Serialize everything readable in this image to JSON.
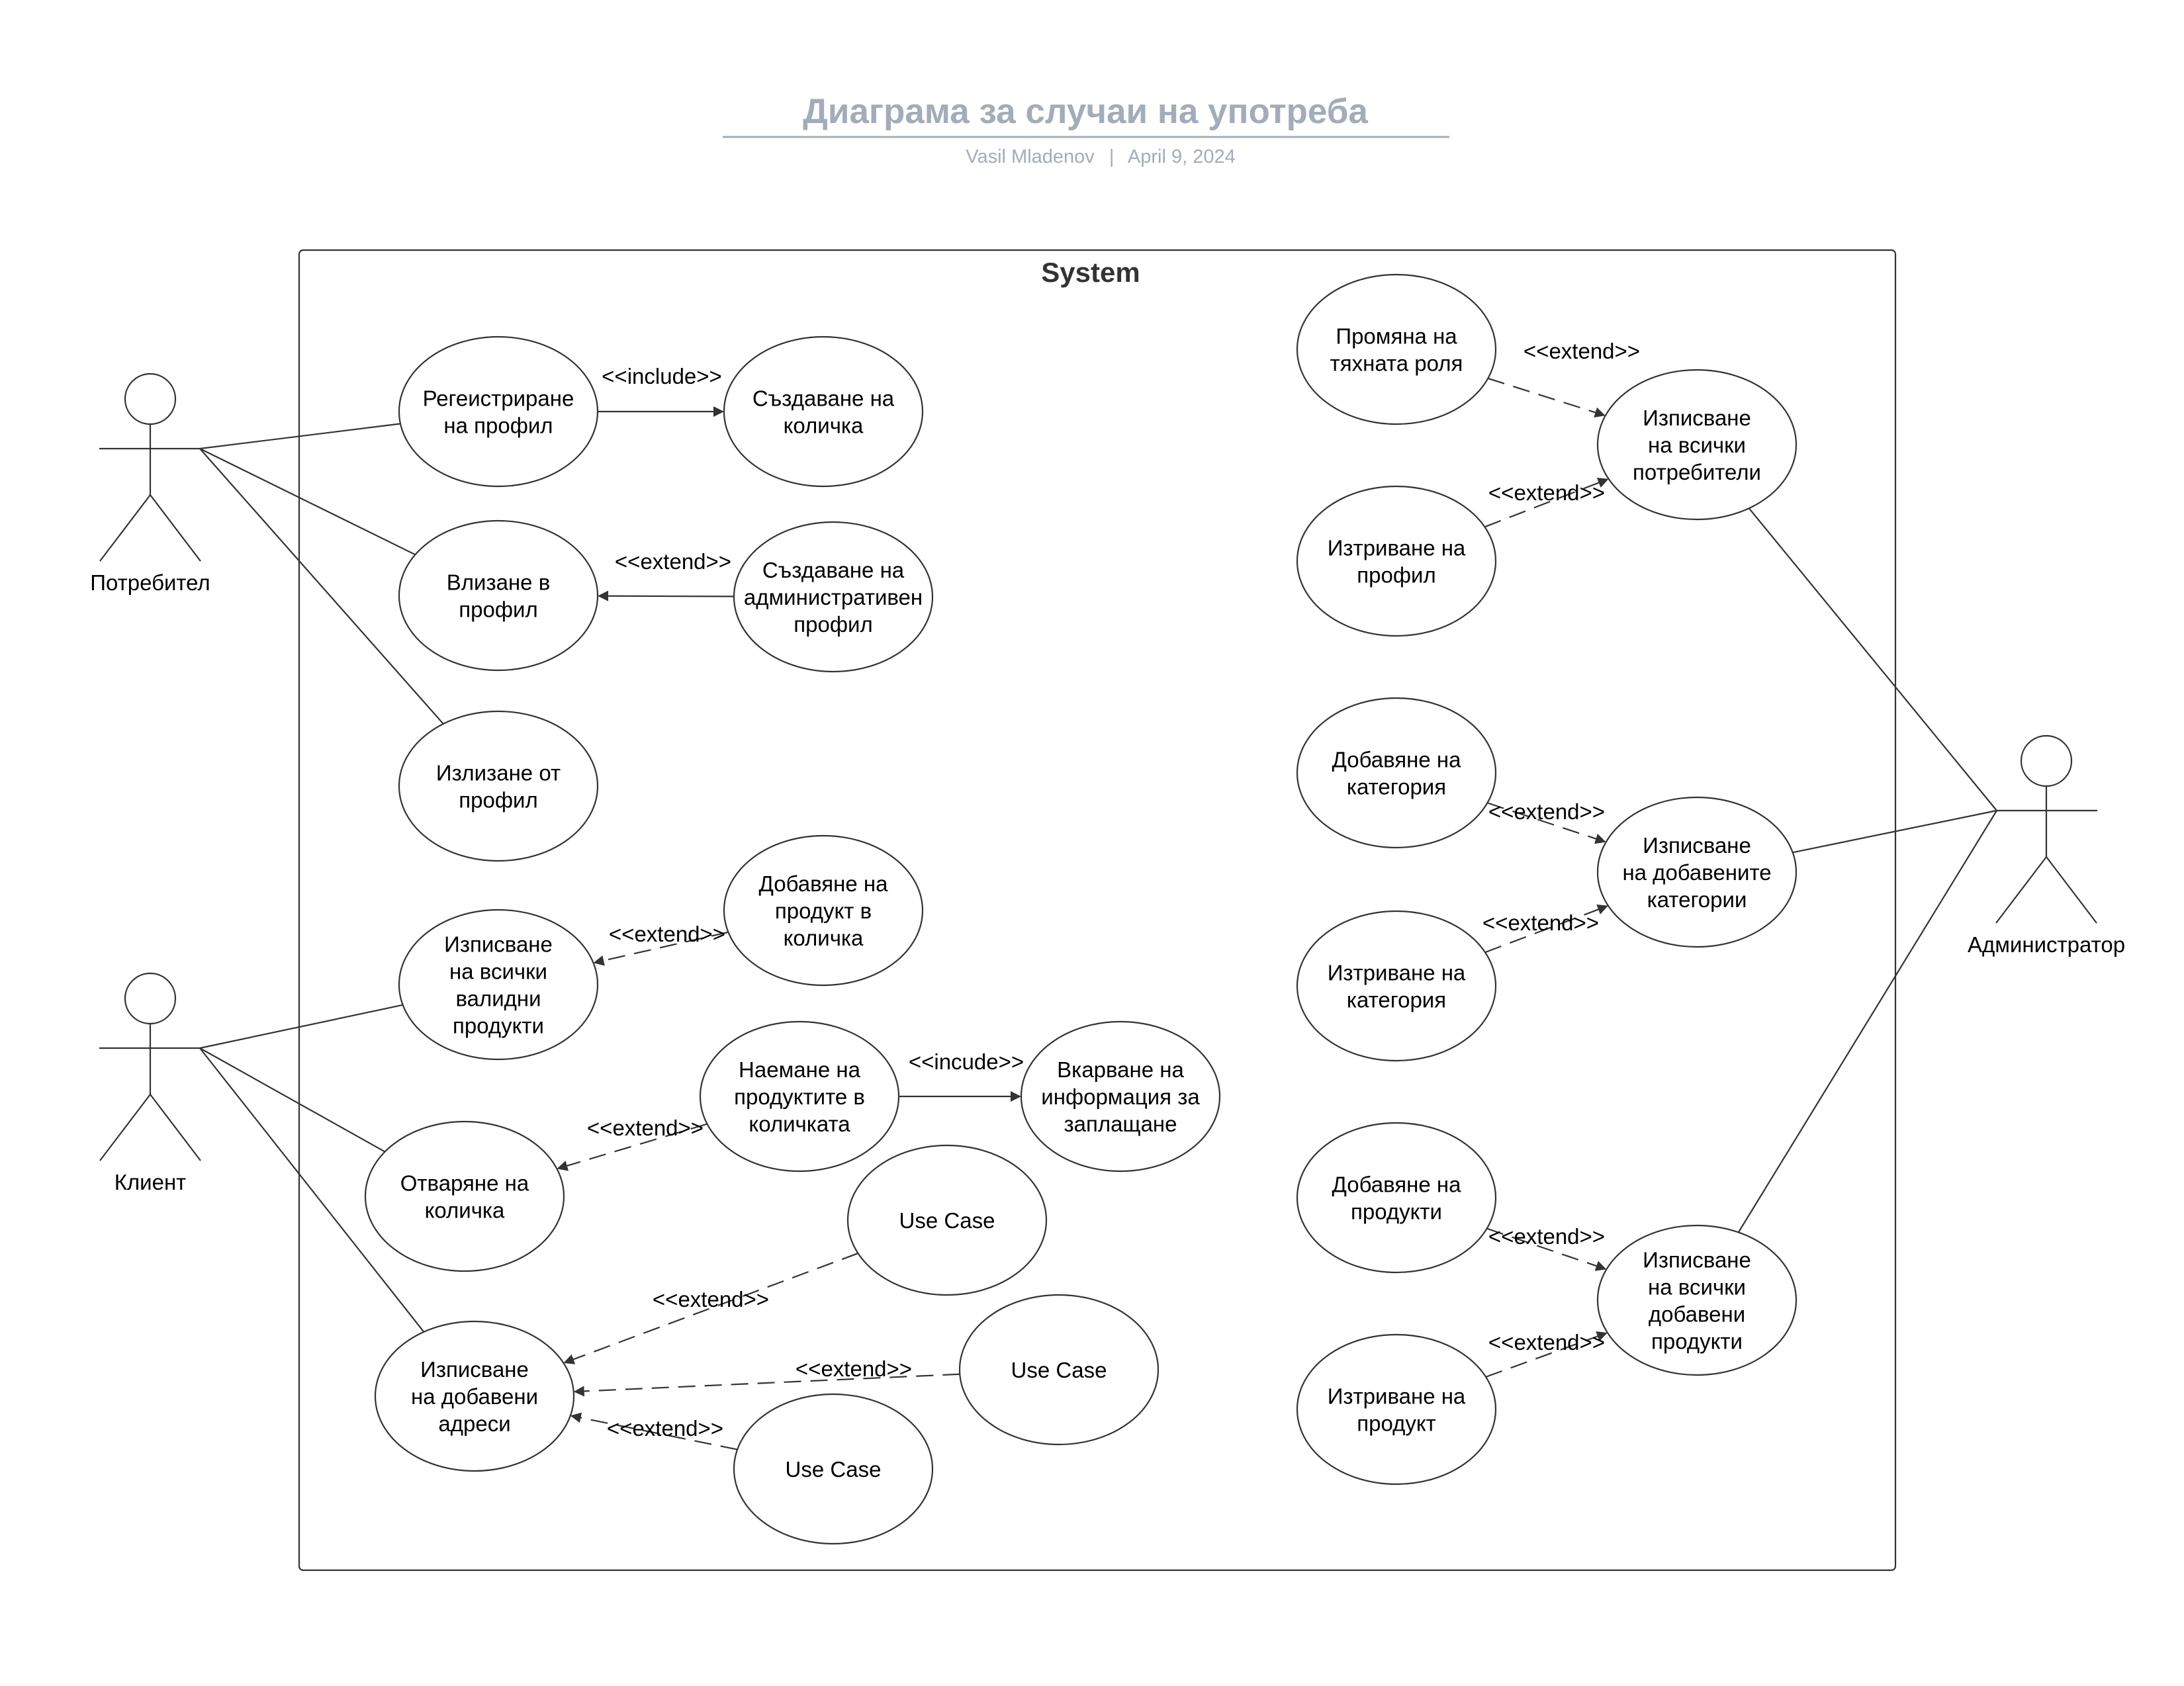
{
  "header": {
    "title": "Диаграма за случаи на употреба",
    "author": "Vasil Mladenov",
    "separator": "|",
    "date": "April 9, 2024"
  },
  "system": {
    "label": "System"
  },
  "actors": [
    {
      "id": "user",
      "label": "Потребител"
    },
    {
      "id": "client",
      "label": "Клиент"
    },
    {
      "id": "admin",
      "label": "Администратор"
    }
  ],
  "use_cases": [
    {
      "id": "register",
      "lines": [
        "Регеистриране",
        "на профил"
      ]
    },
    {
      "id": "create_cart",
      "lines": [
        "Създаване на",
        "количка"
      ]
    },
    {
      "id": "login",
      "lines": [
        "Влизане в",
        "профил"
      ]
    },
    {
      "id": "create_admin",
      "lines": [
        "Създаване на",
        "административен",
        "профил"
      ]
    },
    {
      "id": "logout",
      "lines": [
        "Излизане от",
        "профил"
      ]
    },
    {
      "id": "add_to_cart",
      "lines": [
        "Добавяне на",
        "продукт в",
        "количка"
      ]
    },
    {
      "id": "list_valid_products",
      "lines": [
        "Изписване",
        "на всички",
        "валидни",
        "продукти"
      ]
    },
    {
      "id": "take_products",
      "lines": [
        "Наемане на",
        "продуктите в",
        "количката"
      ]
    },
    {
      "id": "payment_info",
      "lines": [
        "Вкарване на",
        "информация за",
        "заплащане"
      ]
    },
    {
      "id": "open_cart",
      "lines": [
        "Отваряне на",
        "количка"
      ]
    },
    {
      "id": "uc_a",
      "lines": [
        "Use Case"
      ]
    },
    {
      "id": "uc_b",
      "lines": [
        "Use Case"
      ]
    },
    {
      "id": "uc_c",
      "lines": [
        "Use Case"
      ]
    },
    {
      "id": "list_addresses",
      "lines": [
        "Изписване",
        "на добавени",
        "адреси"
      ]
    },
    {
      "id": "change_role",
      "lines": [
        "Промяна на",
        "тяхната роля"
      ]
    },
    {
      "id": "list_users",
      "lines": [
        "Изписване",
        "на всички",
        "потребители"
      ]
    },
    {
      "id": "delete_profile",
      "lines": [
        "Изтриване на",
        "профил"
      ]
    },
    {
      "id": "add_category",
      "lines": [
        "Добавяне на",
        "категория"
      ]
    },
    {
      "id": "list_categories",
      "lines": [
        "Изписване",
        "на добавените",
        "категории"
      ]
    },
    {
      "id": "delete_category",
      "lines": [
        "Изтриване на",
        "категория"
      ]
    },
    {
      "id": "add_products",
      "lines": [
        "Добавяне на",
        "продукти"
      ]
    },
    {
      "id": "list_added_products",
      "lines": [
        "Изписване",
        "на всички",
        "добавени",
        "продукти"
      ]
    },
    {
      "id": "delete_product",
      "lines": [
        "Изтриване на",
        "продукт"
      ]
    }
  ],
  "associations": [
    {
      "actor": "user",
      "use_case": "register"
    },
    {
      "actor": "user",
      "use_case": "login"
    },
    {
      "actor": "user",
      "use_case": "logout"
    },
    {
      "actor": "client",
      "use_case": "list_valid_products"
    },
    {
      "actor": "client",
      "use_case": "open_cart"
    },
    {
      "actor": "client",
      "use_case": "list_addresses"
    },
    {
      "actor": "admin",
      "use_case": "list_users"
    },
    {
      "actor": "admin",
      "use_case": "list_categories"
    },
    {
      "actor": "admin",
      "use_case": "list_added_products"
    }
  ],
  "relationships": [
    {
      "from": "register",
      "to": "create_cart",
      "label": "<<include>>",
      "style": "solid"
    },
    {
      "from": "create_admin",
      "to": "login",
      "label": "<<extend>>",
      "style": "solid"
    },
    {
      "from": "add_to_cart",
      "to": "list_valid_products",
      "label": "<<extend>>",
      "style": "dashed"
    },
    {
      "from": "take_products",
      "to": "payment_info",
      "label": "<<incude>>",
      "style": "solid"
    },
    {
      "from": "take_products",
      "to": "open_cart",
      "label": "<<extend>>",
      "style": "dashed"
    },
    {
      "from": "uc_a",
      "to": "list_addresses",
      "label": "<<extend>>",
      "style": "dashed"
    },
    {
      "from": "uc_b",
      "to": "list_addresses",
      "label": "<<extend>>",
      "style": "dashed"
    },
    {
      "from": "uc_c",
      "to": "list_addresses",
      "label": "<<extend>>",
      "style": "dashed"
    },
    {
      "from": "change_role",
      "to": "list_users",
      "label": "<<extend>>",
      "style": "dashed"
    },
    {
      "from": "delete_profile",
      "to": "list_users",
      "label": "<<extend>>",
      "style": "dashed"
    },
    {
      "from": "add_category",
      "to": "list_categories",
      "label": "<<extend>>",
      "style": "dashed"
    },
    {
      "from": "delete_category",
      "to": "list_categories",
      "label": "<<extend>>",
      "style": "dashed"
    },
    {
      "from": "add_products",
      "to": "list_added_products",
      "label": "<<extend>>",
      "style": "dashed"
    },
    {
      "from": "delete_product",
      "to": "list_added_products",
      "label": "<<extend>>",
      "style": "dashed"
    }
  ]
}
